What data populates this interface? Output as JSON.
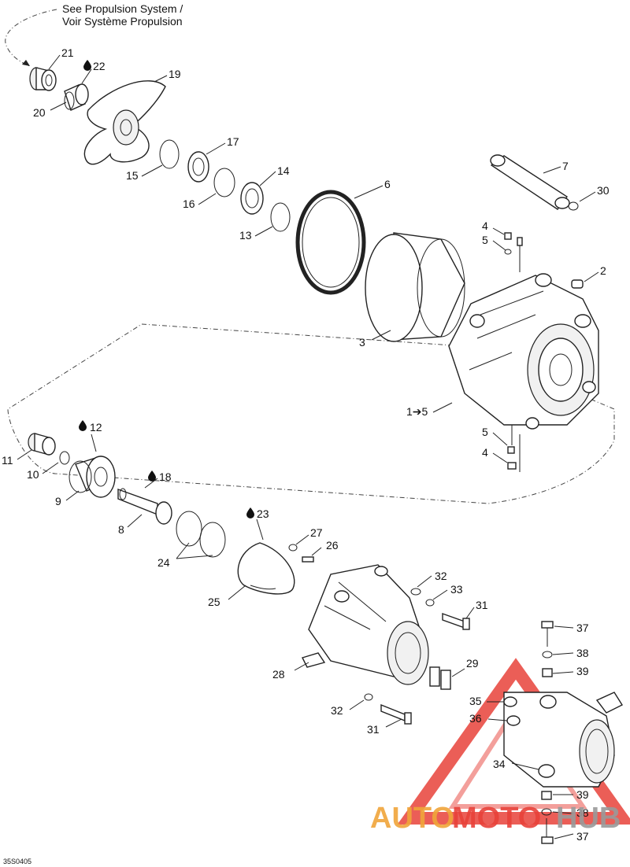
{
  "note": {
    "line1": "See Propulsion System /",
    "line2": "Voir Système Propulsion"
  },
  "drawing_code": "35S0405",
  "watermark": {
    "part1": "AUTO",
    "part2": "MOTO",
    "part3": "HUB"
  },
  "colors": {
    "watermark_red": "#e8423a",
    "watermark_orange": "#f0a53a",
    "watermark_gray": "#9a9a9a",
    "line": "#222222"
  },
  "labels": [
    {
      "text": "21"
    },
    {
      "text": "22"
    },
    {
      "text": "19"
    },
    {
      "text": "20"
    },
    {
      "text": "17"
    },
    {
      "text": "15"
    },
    {
      "text": "14"
    },
    {
      "text": "16"
    },
    {
      "text": "6"
    },
    {
      "text": "13"
    },
    {
      "text": "7"
    },
    {
      "text": "30"
    },
    {
      "text": "4"
    },
    {
      "text": "5"
    },
    {
      "text": "2"
    },
    {
      "text": "3"
    },
    {
      "text": "1➔5"
    },
    {
      "text": "12"
    },
    {
      "text": "5"
    },
    {
      "text": "4"
    },
    {
      "text": "11"
    },
    {
      "text": "10"
    },
    {
      "text": "18"
    },
    {
      "text": "9"
    },
    {
      "text": "23"
    },
    {
      "text": "8"
    },
    {
      "text": "27"
    },
    {
      "text": "26"
    },
    {
      "text": "24"
    },
    {
      "text": "25"
    },
    {
      "text": "32"
    },
    {
      "text": "33"
    },
    {
      "text": "31"
    },
    {
      "text": "37"
    },
    {
      "text": "38"
    },
    {
      "text": "29"
    },
    {
      "text": "39"
    },
    {
      "text": "28"
    },
    {
      "text": "35"
    },
    {
      "text": "32"
    },
    {
      "text": "36"
    },
    {
      "text": "31"
    },
    {
      "text": "34"
    },
    {
      "text": "39"
    },
    {
      "text": "38"
    },
    {
      "text": "37"
    }
  ]
}
